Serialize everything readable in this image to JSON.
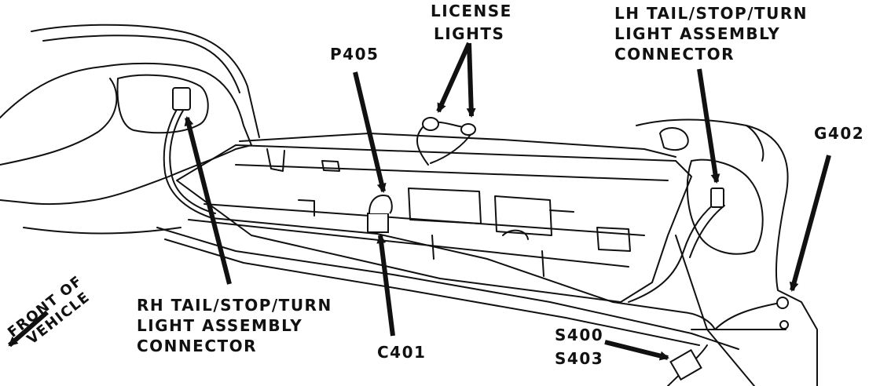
{
  "labels": {
    "license_lights": [
      "LICENSE",
      "LIGHTS"
    ],
    "lh_connector": [
      "LH TAIL/STOP/TURN",
      "LIGHT  ASSEMBLY",
      "CONNECTOR"
    ],
    "p405": "P405",
    "g402": "G402",
    "rh_connector": [
      "RH TAIL/STOP/TURN",
      "LIGHT ASSEMBLY",
      "CONNECTOR"
    ],
    "c401": "C401",
    "s400": "S400",
    "s403": "S403",
    "front_of_vehicle": [
      "FRONT OF",
      "VEHICLE"
    ]
  },
  "colors": {
    "ink": "#111111",
    "paper": "#ffffff"
  }
}
